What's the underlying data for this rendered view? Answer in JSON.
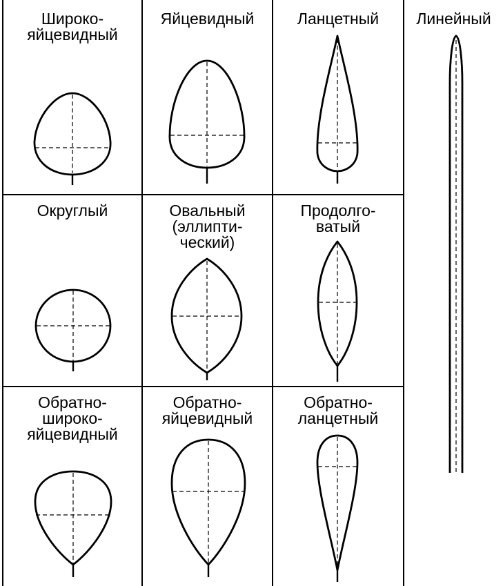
{
  "cells": {
    "broad_ovate": "Широко-\nяйцевидный",
    "ovate": "Яйцевидный",
    "lanceolate": "Ланцетный",
    "linear": "Линейный",
    "round": "Округлый",
    "oval": "Овальный\n(эллипти-\nческий)",
    "oblong": "Продолго-\nватый",
    "obovate_broad": "Обратно-\nшироко-\nяйцевидный",
    "obovate": "Обратно-\nяйцевидный",
    "oblanceolate": "Обратно-\nланцетный"
  },
  "colors": {
    "line": "#000000",
    "background": "#ffffff"
  }
}
